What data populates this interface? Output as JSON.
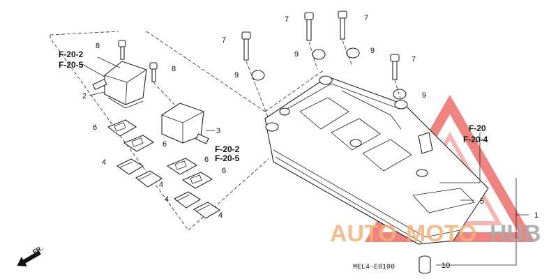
{
  "diagram": {
    "part_labels": {
      "p1": "1",
      "p2": "2",
      "p3": "3",
      "p4": "4",
      "p5": "5",
      "p6": "6",
      "p7": "7",
      "p8": "8",
      "p9": "9",
      "p10": "10"
    },
    "refs": {
      "f202": "F-20-2",
      "f205": "F-20-5",
      "f20": "F-20",
      "f204": "F-20-4"
    },
    "diagram_code": "MEL4-E0100",
    "front_label": "FR.",
    "watermark": {
      "text_a": "AUTO",
      "text_b": "MOTO",
      "text_c": "HUB",
      "color_a": "#f2b27a",
      "color_b": "#f2b27a",
      "color_c": "#a9a9a9",
      "triangle_color": "#e8504a"
    }
  }
}
